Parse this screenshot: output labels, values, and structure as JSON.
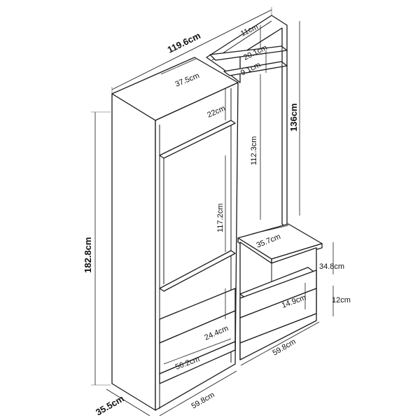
{
  "dimensions": {
    "total_width": "119.6cm",
    "left_depth": "37.5cm",
    "height_total": "182.8cm",
    "depth_bottom": "35.5cm",
    "top_shelf_gap": "22cm",
    "hanging_height": "117.2cm",
    "drawer_gap": "24.4cm",
    "inner_width": "56.2cm",
    "left_width": "59.8cm",
    "right_width": "59.8cm",
    "top_rail": "11cm",
    "upper_shelf_gap": "20.1cm",
    "rail_gap": "9.1cm",
    "back_panel_inner": "112.3cm",
    "back_panel_height": "136cm",
    "bench_depth": "35.7cm",
    "bench_height": "34.8cm",
    "drawer_height": "14.9cm",
    "plinth_height": "12cm"
  },
  "colors": {
    "line": "#1a1a1a",
    "background": "#ffffff"
  }
}
